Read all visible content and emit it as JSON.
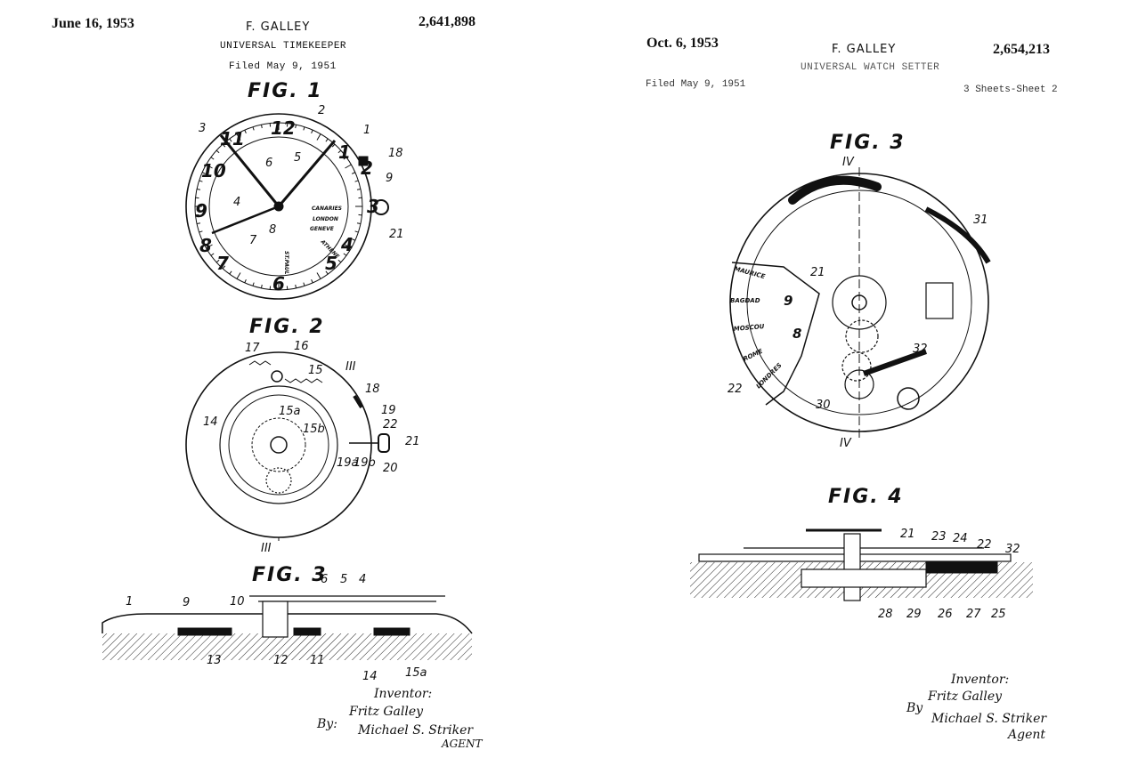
{
  "left": {
    "date": "June 16, 1953",
    "inventor": "F. GALLEY",
    "patent_number": "2,641,898",
    "title": "UNIVERSAL TIMEKEEPER",
    "filed": "Filed May 9, 1951",
    "fig1": "FIG. 1",
    "fig2": "FIG. 2",
    "fig3": "FIG. 3",
    "cities": [
      "CANARIES",
      "LONDON",
      "GENEVE",
      "ATHENE",
      "ST.PAUL"
    ],
    "inventor_label": "Inventor:",
    "inventor_sig": "Fritz Galley",
    "by": "By:",
    "agent_sig": "Michael S. Striker",
    "agent": "AGENT"
  },
  "right": {
    "date": "Oct. 6, 1953",
    "inventor": "F. GALLEY",
    "patent_number": "2,654,213",
    "title": "UNIVERSAL WATCH SETTER",
    "filed": "Filed May 9, 1951",
    "sheets": "3 Sheets-Sheet 2",
    "fig3": "FIG. 3",
    "fig4": "FIG. 4",
    "cities": [
      "MAURICE",
      "BAGDAD",
      "MOSCOU",
      "ROME",
      "LONDRES"
    ],
    "inventor_label": "Inventor:",
    "inventor_sig": "Fritz Galley",
    "by": "By",
    "agent_sig": "Michael S. Striker",
    "agent": "Agent"
  }
}
